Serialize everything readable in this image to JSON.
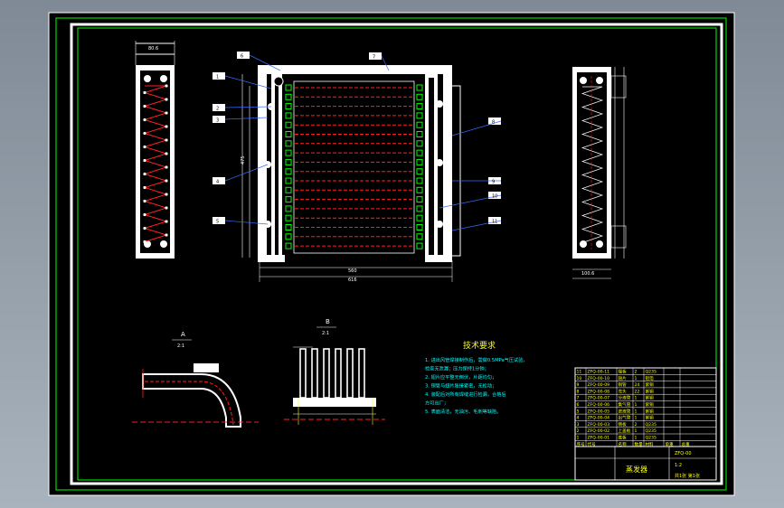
{
  "drawing": {
    "title": "蒸发器",
    "tech_heading": "技术要求",
    "tech_notes": [
      "1. 进出风管焊接制作后，需做0.5MPa气压试验，",
      "   检查无泄漏；压力保持1分钟；",
      "2. 翅片应平整无倒伏，片距均匀；",
      "3. 铜管与翅片胀接紧密，无松动；",
      "4. 装配后对所有焊缝进行检漏，合格后",
      "   方可出厂；",
      "5. 表面清洁，无油污、毛刺等缺陷。"
    ],
    "section_a_label": "A",
    "section_a_scale": "2:1",
    "section_b_label": "B",
    "section_b_scale": "2:1",
    "dims": {
      "width_inner": "560",
      "width_outer": "616",
      "height_side": "475",
      "left_top": "80.6",
      "right_bottom": "100.6"
    },
    "callouts": [
      "1",
      "2",
      "3",
      "4",
      "5",
      "6",
      "7",
      "8",
      "9",
      "10",
      "11"
    ]
  },
  "bom": {
    "rows": [
      [
        "11",
        "ZFQ-00-11",
        "端板",
        "2",
        "Q235",
        "",
        ""
      ],
      [
        "10",
        "ZFQ-00-10",
        "翅片",
        "1",
        "铝箔",
        "",
        ""
      ],
      [
        "9",
        "ZFQ-00-09",
        "铜管",
        "24",
        "紫铜",
        "",
        ""
      ],
      [
        "8",
        "ZFQ-00-08",
        "弯头",
        "22",
        "紫铜",
        "",
        ""
      ],
      [
        "7",
        "ZFQ-00-07",
        "分液管",
        "1",
        "紫铜",
        "",
        ""
      ],
      [
        "6",
        "ZFQ-00-06",
        "集气管",
        "1",
        "紫铜",
        "",
        ""
      ],
      [
        "5",
        "ZFQ-00-05",
        "进液管",
        "1",
        "紫铜",
        "",
        ""
      ],
      [
        "4",
        "ZFQ-00-04",
        "出气管",
        "1",
        "紫铜",
        "",
        ""
      ],
      [
        "3",
        "ZFQ-00-03",
        "侧板",
        "2",
        "Q235",
        "",
        ""
      ],
      [
        "2",
        "ZFQ-00-02",
        "上盖板",
        "1",
        "Q235",
        "",
        ""
      ],
      [
        "1",
        "ZFQ-00-01",
        "底板",
        "1",
        "Q235",
        "",
        ""
      ]
    ],
    "header": [
      "序号",
      "代号",
      "名称",
      "数量",
      "材料",
      "单重",
      "总重"
    ]
  },
  "titleblock": {
    "name": "蒸发器",
    "drawing_no": "ZFQ-00",
    "scale": "1:2",
    "sheet": "共1张 第1张"
  }
}
